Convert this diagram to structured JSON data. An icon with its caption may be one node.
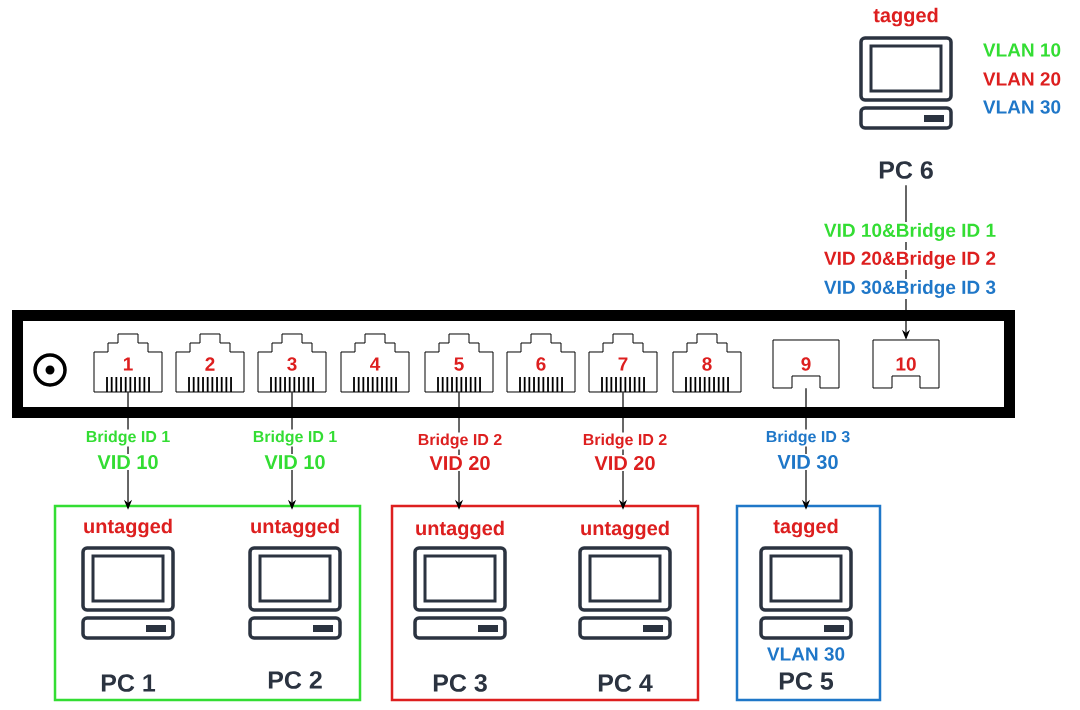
{
  "diagram": {
    "nodes": [
      {
        "text": [],
        "shape": "box"
      },
      {
        "text": [
          "1"
        ],
        "in": 0
      },
      {
        "text": [
          "2"
        ],
        "in": 0
      },
      {
        "text": [
          "3"
        ],
        "in": 0
      },
      {
        "text": [
          "4"
        ],
        "in": 0
      },
      {
        "text": [
          "5"
        ],
        "in": 0
      },
      {
        "text": [
          "6"
        ],
        "in": 0
      },
      {
        "text": [
          "7"
        ],
        "in": 0
      },
      {
        "text": [
          "8"
        ],
        "in": 0
      },
      {
        "text": [
          "9"
        ],
        "in": 0
      },
      {
        "text": [
          "10"
        ],
        "in": 0
      },
      {
        "text": [],
        "shape": "box"
      },
      {
        "text": [
          "untagged",
          "PC 1"
        ],
        "in": 11
      },
      {
        "text": [
          "untagged",
          "PC 2"
        ],
        "in": 11
      },
      {
        "text": [],
        "shape": "box"
      },
      {
        "text": [
          "untagged",
          "PC 3"
        ],
        "in": 14
      },
      {
        "text": [
          "untagged",
          "PC 4"
        ],
        "in": 14
      },
      {
        "text": [],
        "shape": "box"
      },
      {
        "text": [
          "tagged",
          "VLAN 30",
          "PC 5"
        ],
        "in": 17
      },
      {
        "text": [
          "tagged",
          "PC 6"
        ],
        "beside": [
          "VLAN 10",
          "VLAN 20",
          "VLAN 30"
        ]
      }
    ],
    "edges": [
      {
        "from": 1,
        "to": 12,
        "arrow": "to"
      },
      {
        "from": 3,
        "to": 13,
        "arrow": "to"
      },
      {
        "from": 5,
        "to": 15,
        "arrow": "to"
      },
      {
        "from": 7,
        "to": 16,
        "arrow": "to"
      },
      {
        "from": 9,
        "to": 18,
        "arrow": "to"
      },
      {
        "from": 19,
        "to": 10,
        "arrow": "to"
      }
    ],
    "labels": [
      "VID 10&Bridge ID 1",
      "VID 20&Bridge ID 2",
      "VID 30&Bridge ID 3",
      "Bridge ID 1",
      "VID 10",
      "Bridge ID 1",
      "VID 10",
      "Bridge ID 2",
      "VID 20",
      "Bridge ID 2",
      "VID 20",
      "Bridge ID 3",
      "VID 30"
    ]
  }
}
